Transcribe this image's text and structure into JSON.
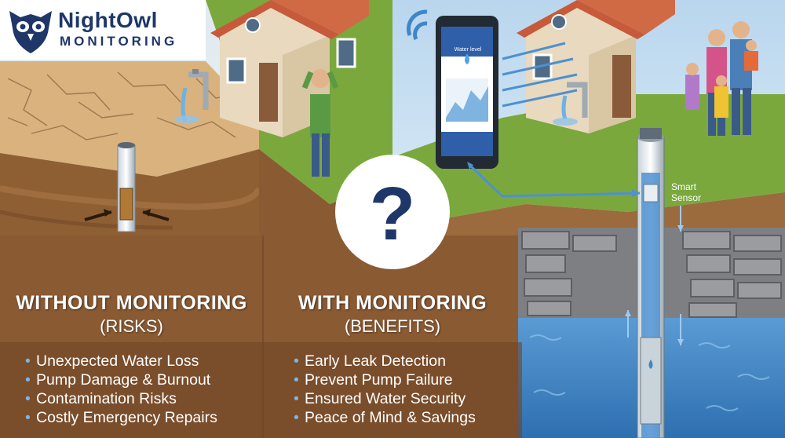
{
  "brand": {
    "name": "NightOwl",
    "tagline": "MONITORING"
  },
  "left_panel": {
    "title": "WITHOUT MONITORING",
    "subtitle": "(RISKS)",
    "items": [
      "Unexpected Water Loss",
      "Pump Damage & Burnout",
      "Contamination Risks",
      "Costly Emergency Repairs"
    ]
  },
  "right_panel": {
    "title": "WITH MONITORING",
    "subtitle": "(BENEFITS)",
    "items": [
      "Early Leak Detection",
      "Prevent Pump Failure",
      "Ensured Water Security",
      "Peace of Mind & Savings"
    ]
  },
  "phone": {
    "screen_title": "Water level"
  },
  "sensor": {
    "line1": "Smart",
    "line2": "Sensor"
  },
  "center_symbol": "?",
  "colors": {
    "brand_navy": "#1e3768",
    "bullet_blue": "#7fb3e0",
    "soil_brown": "#8a5a33",
    "sky_blue": "#cfe3f3",
    "water_blue": "#3f86c8"
  },
  "icons": [
    "owl-logo-icon",
    "wifi-signal-icon",
    "water-drop-icon",
    "faucet-icon",
    "question-mark-icon"
  ]
}
